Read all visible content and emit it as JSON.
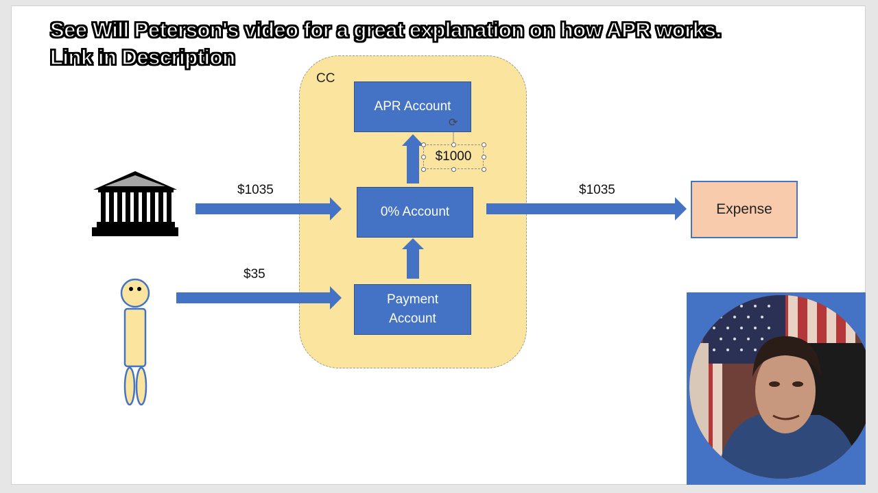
{
  "caption": {
    "line1": "See Will Peterson's video for a great explanation on how APR works.",
    "line2": "Link in Description"
  },
  "diagram": {
    "group_label": "CC",
    "apr_account": "APR Account",
    "zero_account": "0% Account",
    "payment_account": "Payment Account",
    "expense": "Expense",
    "amount_bank_in": "$1035",
    "amount_person_in": "$35",
    "amount_expense_out": "$1035",
    "amount_selected": "$1000"
  },
  "icons": {
    "bank": "bank-building-icon",
    "person": "stick-person-icon",
    "rotate": "rotate-handle-icon"
  },
  "colors": {
    "box_blue": "#4472c4",
    "group_fill": "#fbe59e",
    "expense_fill": "#f8cbad",
    "person_fill": "#fbe59e"
  }
}
